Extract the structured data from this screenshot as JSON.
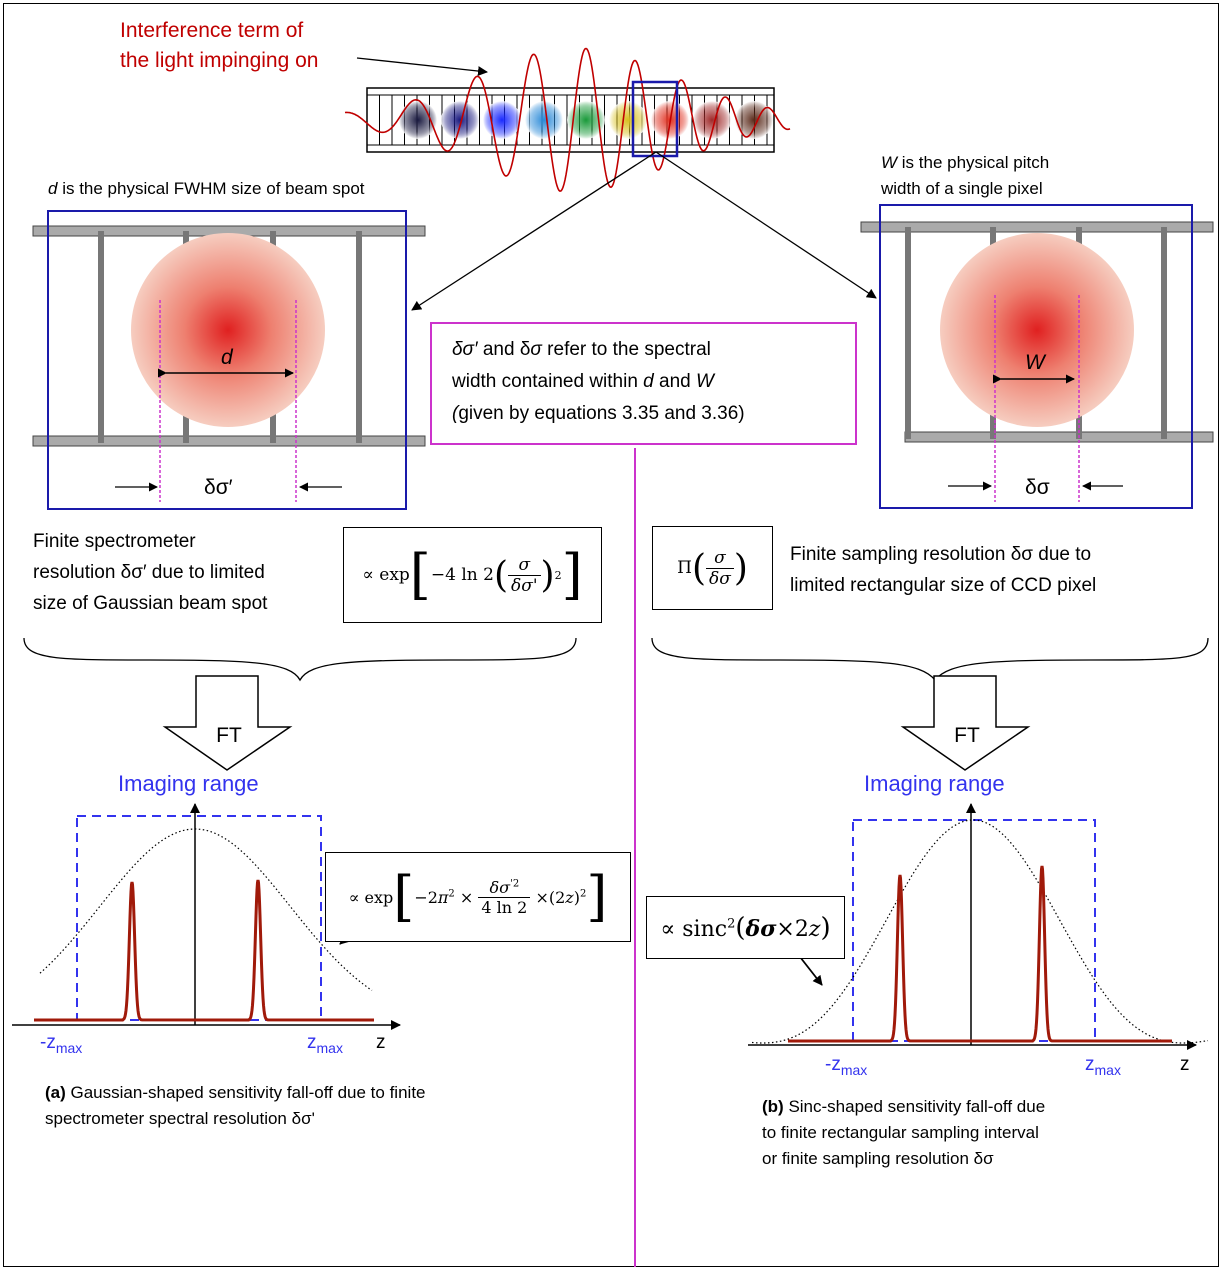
{
  "top": {
    "interference_label": "Interference term of the light impinging on",
    "interference_line1": "Interference term of",
    "interference_line2": "the light impinging on"
  },
  "left_panel": {
    "caption": "d is the physical FWHM size of beam spot",
    "caption_var": "d",
    "caption_rest": " is the physical FWHM size of beam spot",
    "spot_label": "d",
    "width_label": "δσ′"
  },
  "right_panel": {
    "caption_line1_var": "W",
    "caption_line1_rest": " is the physical pitch",
    "caption_line2": "width of a single pixel",
    "spot_label": "W",
    "width_label": "δσ"
  },
  "center_note": {
    "line1_a": "δσ′",
    "line1_b": " and δ",
    "line1_c": "σ",
    "line1_d": " refer to the spectral",
    "line2_a": "width contained within ",
    "line2_b": "d",
    "line2_c": " and ",
    "line2_d": "W",
    "line3_a": "(",
    "line3_b": "given by equations 3.35 and 3.36)"
  },
  "left_resolution": {
    "line1": "Finite spectrometer",
    "line2": "resolution δσ′ due to limited",
    "line3": "size of Gaussian beam spot",
    "equation": "∝ exp[−4 ln 2 (σ/δσ')²]"
  },
  "right_resolution": {
    "line1": "Finite sampling resolution δσ due to",
    "line2": "limited rectangular size of CCD pixel",
    "equation": "Π(σ/δσ)"
  },
  "ft_label": "FT",
  "left_plot": {
    "range_label": "Imaging range",
    "equation": "∝ exp[−2π² × δσ'²/(4 ln 2) × (2z)²]",
    "neg_zmax": "-z",
    "pos_zmax": "z",
    "zmax_sub": "max",
    "axis_label": "z",
    "caption_tag": "(a)",
    "caption_line1": " Gaussian-shaped sensitivity fall-off due to finite",
    "caption_line2": "spectrometer spectral resolution δσ'"
  },
  "right_plot": {
    "range_label": "Imaging range",
    "equation": "∝ sinc²(δσ×2z)",
    "neg_zmax": "-z",
    "pos_zmax": "z",
    "zmax_sub": "max",
    "axis_label": "z",
    "caption_tag": "(b)",
    "caption_line1": " Sinc-shaped sensitivity fall-off due",
    "caption_line2": "to finite rectangular sampling interval",
    "caption_line3": "or finite sampling resolution δσ"
  },
  "colors": {
    "interference": "#c00000",
    "frame_blue": "#1a1aaa",
    "imaging_range": "#3333ee",
    "peaks": "#a01a0a",
    "divider": "#cc33cc"
  }
}
